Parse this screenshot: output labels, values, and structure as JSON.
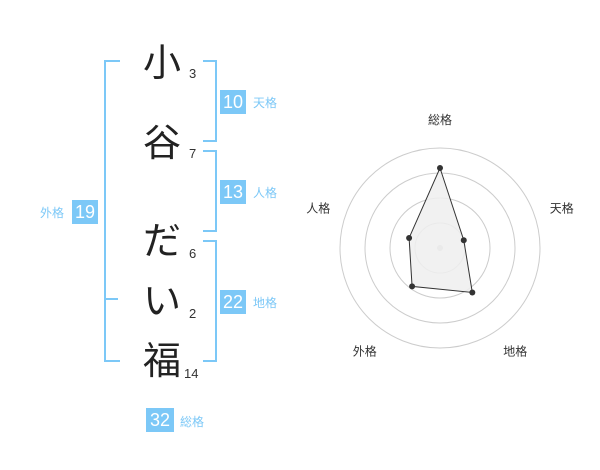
{
  "name_chars": [
    {
      "char": "小",
      "strokes": "3"
    },
    {
      "char": "谷",
      "strokes": "7"
    },
    {
      "char": "だ",
      "strokes": "6"
    },
    {
      "char": "い",
      "strokes": "2"
    },
    {
      "char": "福",
      "strokes": "14"
    }
  ],
  "kaku": {
    "ten": {
      "value": "10",
      "label": "天格"
    },
    "jin": {
      "value": "13",
      "label": "人格"
    },
    "chi": {
      "value": "22",
      "label": "地格"
    },
    "gai": {
      "value": "19",
      "label": "外格"
    },
    "sou": {
      "value": "32",
      "label": "総格"
    }
  },
  "chart_data": {
    "type": "radar",
    "axes": [
      "総格",
      "天格",
      "地格",
      "外格",
      "人格"
    ],
    "values": [
      32,
      10,
      22,
      19,
      13
    ],
    "max": 40,
    "rings": 4,
    "fill_color": "#eeeeee",
    "line_color": "#333333",
    "grid_color": "#cccccc"
  }
}
